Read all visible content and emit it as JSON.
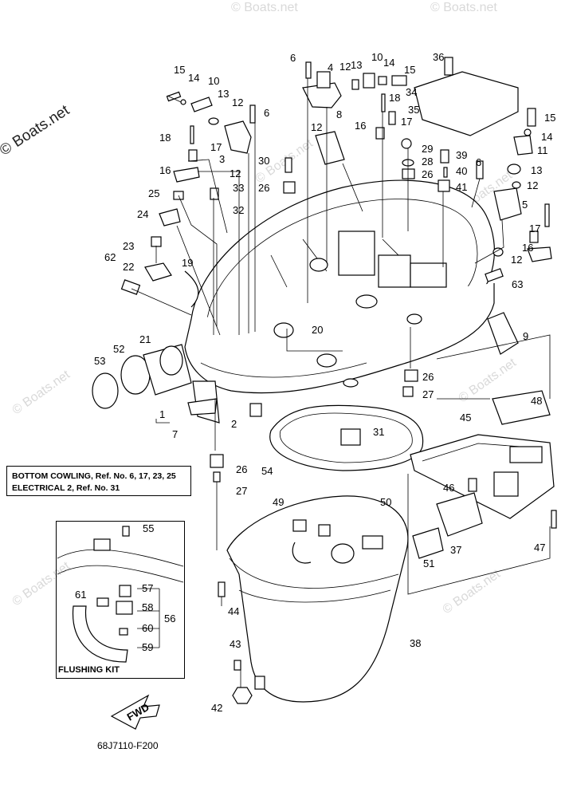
{
  "watermark": "© Boats.net",
  "note_box": {
    "line1": "BOTTOM COWLING, Ref. No. 6, 17, 23, 25",
    "line2": "ELECTRICAL 2,  Ref. No. 31"
  },
  "flushing_kit_label": "FLUSHING KIT",
  "fwd_label": "FWD",
  "figure_code": "68J7110-F200",
  "callouts": [
    "1",
    "2",
    "3",
    "4",
    "5",
    "6",
    "7",
    "8",
    "9",
    "10",
    "11",
    "12",
    "13",
    "14",
    "15",
    "16",
    "17",
    "18",
    "19",
    "20",
    "21",
    "22",
    "23",
    "24",
    "25",
    "26",
    "27",
    "28",
    "29",
    "30",
    "31",
    "32",
    "33",
    "34",
    "35",
    "36",
    "37",
    "38",
    "39",
    "40",
    "41",
    "42",
    "43",
    "44",
    "45",
    "46",
    "47",
    "48",
    "49",
    "50",
    "51",
    "52",
    "53",
    "54",
    "55",
    "56",
    "57",
    "58",
    "59",
    "60",
    "61",
    "62",
    "63"
  ]
}
